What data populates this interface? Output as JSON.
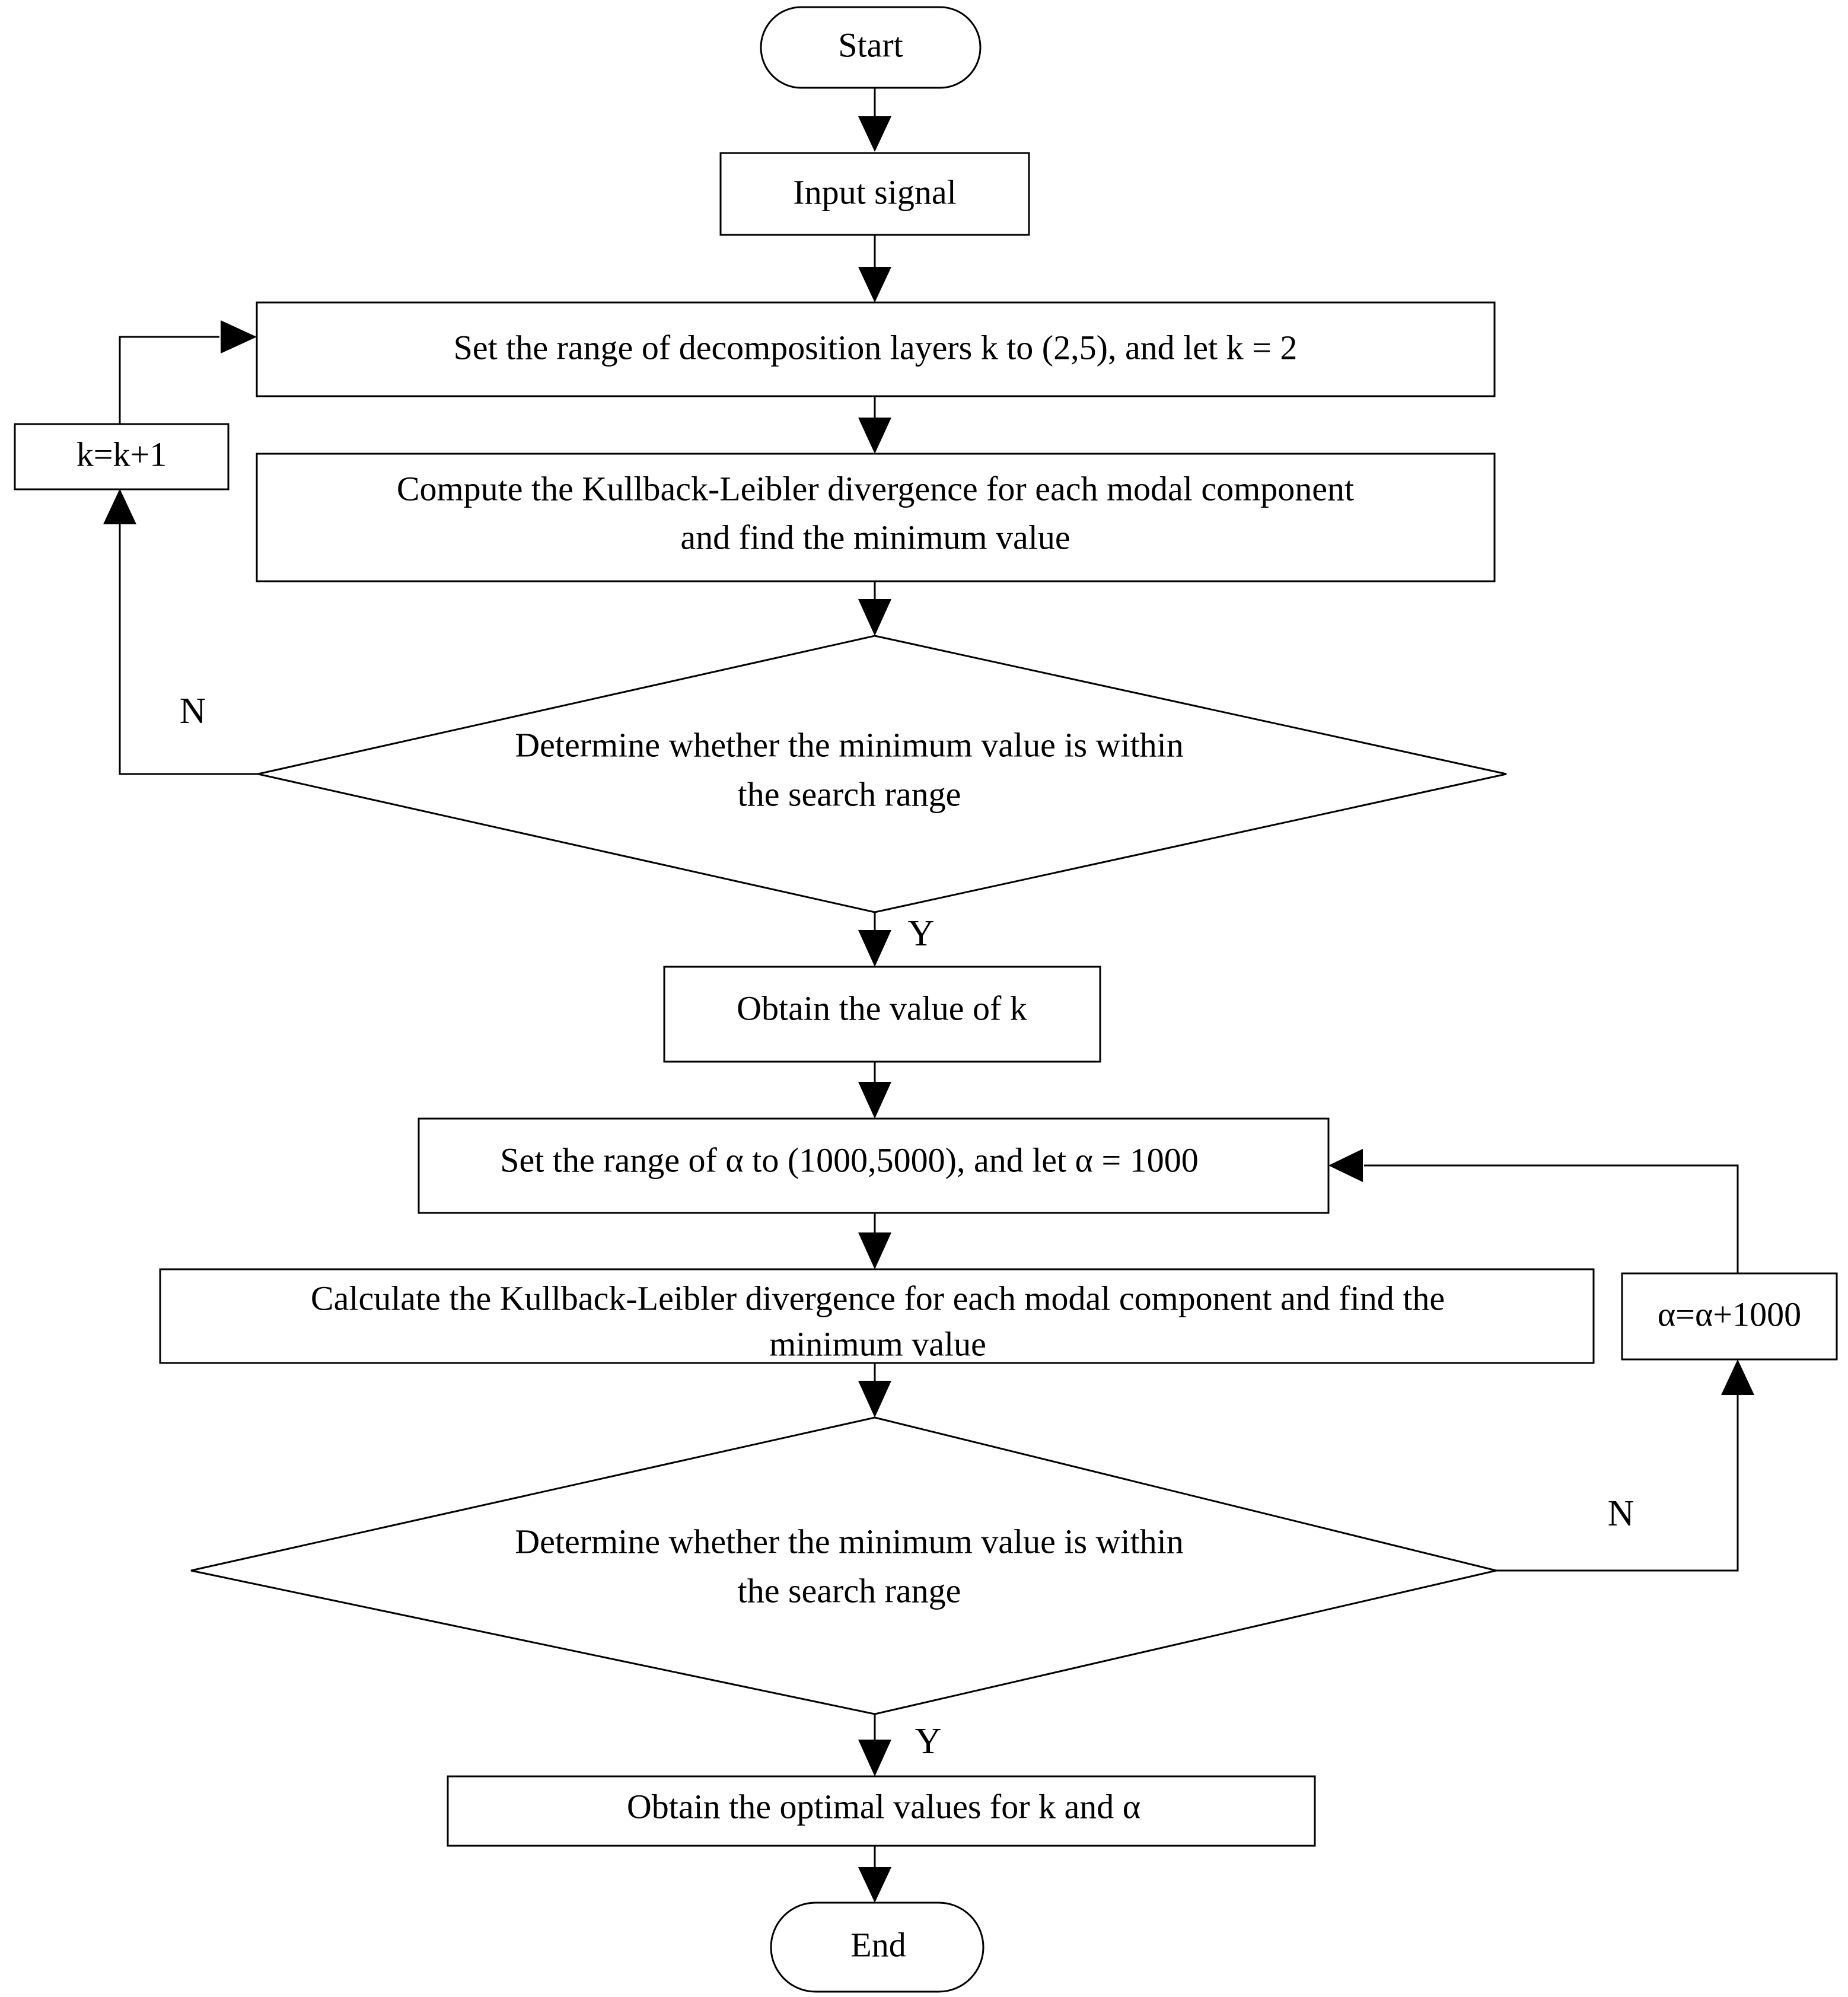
{
  "diagram": {
    "type": "flowchart",
    "title": "",
    "orientation": "top-to-bottom",
    "background_color": "#ffffff",
    "line_color": "#000000",
    "fill_color": "#ffffff"
  },
  "nodes": {
    "start": {
      "label": "Start",
      "shape": "terminator"
    },
    "input_signal": {
      "label": "Input signal",
      "shape": "process"
    },
    "set_k_range": {
      "label": "Set the range of decomposition layers k to (2,5), and let k = 2",
      "shape": "process"
    },
    "compute_kl_k_line1": {
      "label": "Compute the Kullback-Leibler divergence for each modal component",
      "shape": "process"
    },
    "compute_kl_k_line2": {
      "label": "and find the minimum value",
      "shape": "process"
    },
    "k_increment": {
      "label": "k=k+1",
      "shape": "process"
    },
    "decision_k_line1": {
      "label": "Determine whether the minimum value is within",
      "shape": "decision"
    },
    "decision_k_line2": {
      "label": "the search range",
      "shape": "decision"
    },
    "obtain_k": {
      "label": "Obtain the value of k",
      "shape": "process"
    },
    "set_alpha_range": {
      "label": "Set the range of α to (1000,5000), and let α = 1000",
      "shape": "process"
    },
    "calculate_kl_alpha_line1": {
      "label": "Calculate the Kullback-Leibler divergence for each modal component and find the",
      "shape": "process"
    },
    "calculate_kl_alpha_line2": {
      "label": "minimum value",
      "shape": "process"
    },
    "alpha_increment": {
      "label": "α=α+1000",
      "shape": "process"
    },
    "decision_alpha_line1": {
      "label": "Determine whether the minimum value is within",
      "shape": "decision"
    },
    "decision_alpha_line2": {
      "label": "the search range",
      "shape": "decision"
    },
    "obtain_optimal": {
      "label": "Obtain the optimal values for k and  α",
      "shape": "process"
    },
    "end": {
      "label": "End",
      "shape": "terminator"
    }
  },
  "branch_labels": {
    "decision_k_no": "N",
    "decision_k_yes": "Y",
    "decision_alpha_no": "N",
    "decision_alpha_yes": "Y"
  }
}
